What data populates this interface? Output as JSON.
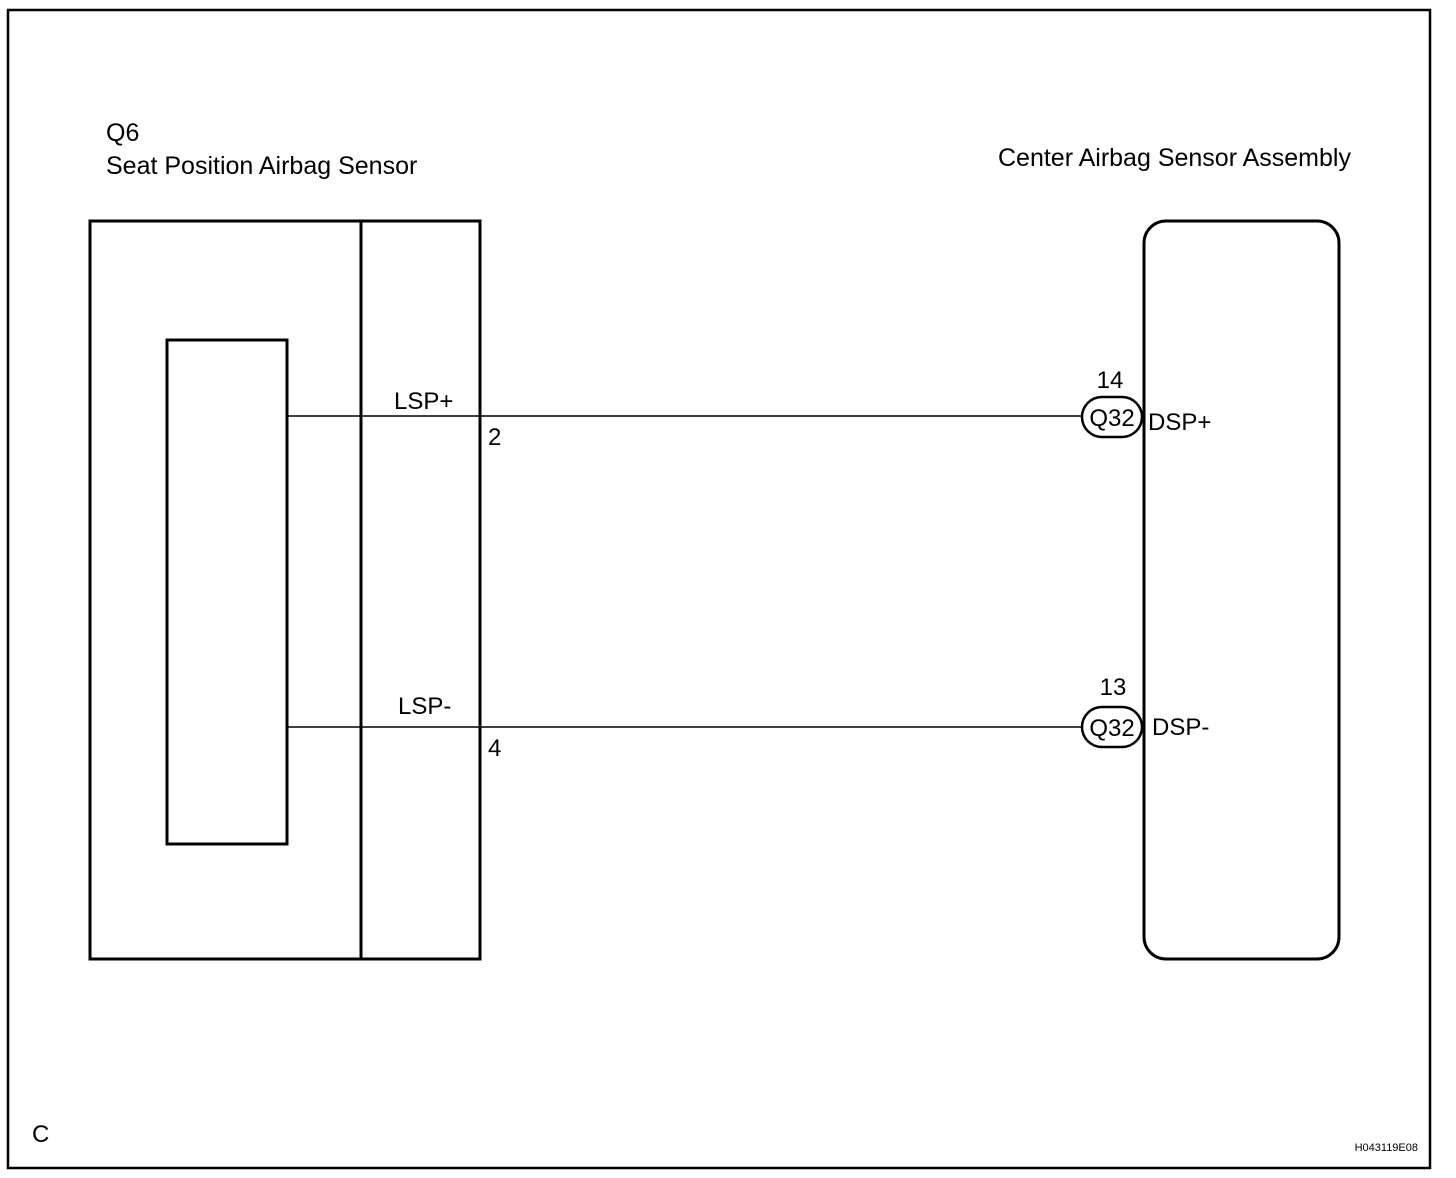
{
  "seat_sensor": {
    "code": "Q6",
    "name": "Seat Position Airbag Sensor"
  },
  "center_sensor": {
    "name": "Center Airbag Sensor Assembly"
  },
  "wires": [
    {
      "seat_terminal_label": "LSP+",
      "seat_pin": "2",
      "connector": "Q32",
      "center_pin": "14",
      "center_terminal_label": "DSP+"
    },
    {
      "seat_terminal_label": "LSP-",
      "seat_pin": "4",
      "connector": "Q32",
      "center_pin": "13",
      "center_terminal_label": "DSP-"
    }
  ],
  "footer": {
    "corner_letter": "C",
    "figure_code": "H043119E08"
  },
  "colors": {
    "line": "#000000",
    "background": "#ffffff"
  }
}
